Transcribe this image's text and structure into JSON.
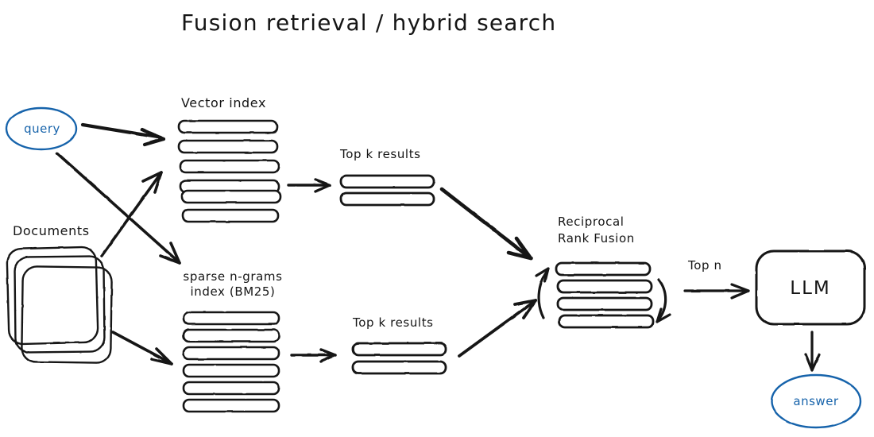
{
  "title": "Fusion retrieval / hybrid search",
  "colors": {
    "stroke": "#151515",
    "accent_blue": "#1864ab",
    "background": "#ffffff"
  },
  "nodes": {
    "query": {
      "label": "query",
      "shape": "ellipse",
      "color": "#1864ab"
    },
    "documents": {
      "label": "Documents",
      "shape": "document-stack"
    },
    "vector_index": {
      "label": "Vector index",
      "bars": 6
    },
    "sparse_index": {
      "label_line1": "sparse n-grams",
      "label_line2": "index (BM25)",
      "bars": 6
    },
    "top_k_vector": {
      "label": "Top k results",
      "bars": 2
    },
    "top_k_sparse": {
      "label": "Top k results",
      "bars": 2
    },
    "rrf": {
      "label_line1": "Reciprocal",
      "label_line2": "Rank Fusion",
      "bars": 4
    },
    "llm": {
      "label": "LLM",
      "shape": "rounded-rect"
    },
    "answer": {
      "label": "answer",
      "shape": "ellipse",
      "color": "#1864ab"
    }
  },
  "edges": {
    "top_n": {
      "label": "Top n"
    }
  }
}
